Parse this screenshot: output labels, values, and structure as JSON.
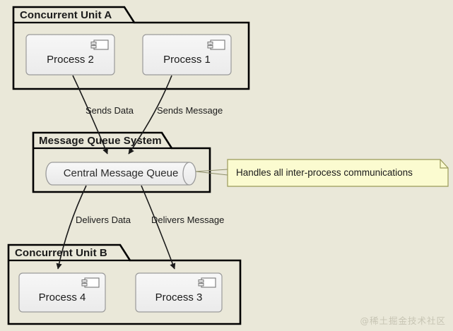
{
  "diagram": {
    "background_color": "#eae8d9",
    "title": "",
    "packages": [
      {
        "id": "unit-a",
        "label": "Concurrent Unit A"
      },
      {
        "id": "mq-system",
        "label": "Message Queue System"
      },
      {
        "id": "unit-b",
        "label": "Concurrent Unit B"
      }
    ],
    "components": [
      {
        "id": "process-2",
        "label": "Process 2",
        "parent": "unit-a",
        "icon": "component-icon"
      },
      {
        "id": "process-1",
        "label": "Process 1",
        "parent": "unit-a",
        "icon": "component-icon"
      },
      {
        "id": "process-4",
        "label": "Process 4",
        "parent": "unit-b",
        "icon": "component-icon"
      },
      {
        "id": "process-3",
        "label": "Process 3",
        "parent": "unit-b",
        "icon": "component-icon"
      }
    ],
    "queue": {
      "id": "central-message-queue",
      "label": "Central Message Queue",
      "parent": "mq-system",
      "shape": "cylinder"
    },
    "note": {
      "id": "mq-note",
      "text": "Handles all inter-process communications",
      "attached_to": "central-message-queue",
      "fill_color": "#fbfbd0",
      "border_color": "#9a9a5a"
    },
    "edges": [
      {
        "id": "edge-sends-data",
        "from": "process-2",
        "to": "central-message-queue",
        "label": "Sends Data"
      },
      {
        "id": "edge-sends-message",
        "from": "process-1",
        "to": "central-message-queue",
        "label": "Sends Message"
      },
      {
        "id": "edge-delivers-data",
        "from": "central-message-queue",
        "to": "process-4",
        "label": "Delivers Data"
      },
      {
        "id": "edge-delivers-message",
        "from": "central-message-queue",
        "to": "process-3",
        "label": "Delivers Message"
      }
    ],
    "colors": {
      "background": "#eae8d9",
      "package_fill": "#eae8d9",
      "package_border": "#000000",
      "component_fill": "#f1f1f1",
      "component_border": "#999999",
      "queue_fill": "#f1f1f1",
      "queue_border": "#999999",
      "note_fill": "#fbfbd0",
      "note_border": "#9a9a5a",
      "edge_color": "#1a1a1a",
      "text_color": "#1a1a1a"
    },
    "watermark": "@稀土掘金技术社区"
  }
}
